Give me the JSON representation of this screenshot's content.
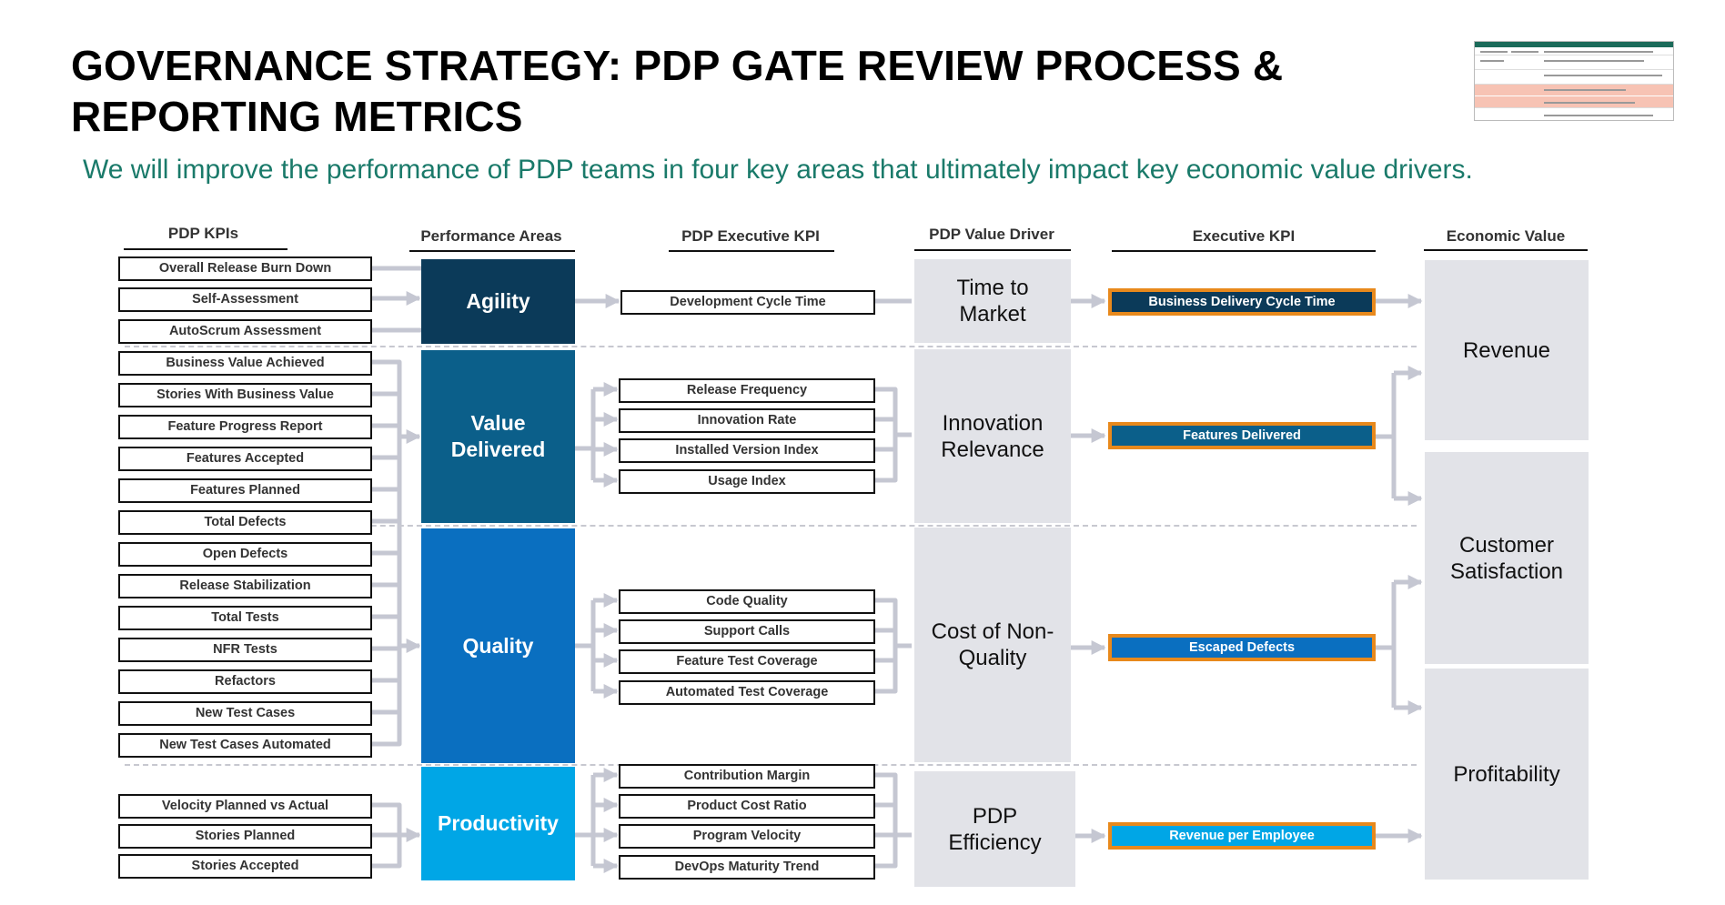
{
  "title": "GOVERNANCE STRATEGY: PDP GATE REVIEW PROCESS & REPORTING METRICS",
  "subtitle": "We will improve the performance of PDP teams in four key areas that ultimately impact key economic value drivers.",
  "headers": {
    "pdp_kpis": "PDP KPIs",
    "performance_areas": "Performance Areas",
    "pdp_executive_kpi": "PDP Executive KPI",
    "pdp_value_driver": "PDP Value Driver",
    "executive_kpi": "Executive KPI",
    "economic_value": "Economic Value"
  },
  "pdp_kpis": [
    "Overall Release Burn Down",
    "Self-Assessment",
    "AutoScrum Assessment",
    "Business Value Achieved",
    "Stories With Business Value",
    "Feature Progress Report",
    "Features Accepted",
    "Features Planned",
    "Total Defects",
    "Open Defects",
    "Release Stabilization",
    "Total Tests",
    "NFR Tests",
    "Refactors",
    "New Test Cases",
    "New Test Cases Automated",
    "Velocity Planned vs Actual",
    "Stories Planned",
    "Stories Accepted"
  ],
  "areas": [
    {
      "label": "Agility",
      "color": "#0b3a59"
    },
    {
      "label": "Value Delivered",
      "color": "#0b5f8a"
    },
    {
      "label": "Quality",
      "color": "#0a6fc0"
    },
    {
      "label": "Productivity",
      "color": "#00a6e6"
    }
  ],
  "pdp_exec_kpis": [
    "Development Cycle Time",
    "Release Frequency",
    "Innovation Rate",
    "Installed Version Index",
    "Usage Index",
    "Code Quality",
    "Support Calls",
    "Feature Test Coverage",
    "Automated Test Coverage",
    "Contribution Margin",
    "Product Cost Ratio",
    "Program Velocity",
    "DevOps Maturity Trend"
  ],
  "value_drivers": [
    "Time to Market",
    "Innovation Relevance",
    "Cost of Non-Quality",
    "PDP Efficiency"
  ],
  "executive_kpis": [
    {
      "label": "Business Delivery Cycle Time",
      "color": "#0b3a59"
    },
    {
      "label": "Features Delivered",
      "color": "#0b5f8a"
    },
    {
      "label": "Escaped Defects",
      "color": "#0a6fc0"
    },
    {
      "label": "Revenue per Employee",
      "color": "#00a6e6"
    }
  ],
  "economic_values": [
    "Revenue",
    "Customer Satisfaction",
    "Profitability"
  ],
  "colors": {
    "connector": "#c5c7d2",
    "highlight_border": "#e8891c",
    "subtitle": "#1a7a6a",
    "gray_box": "#e2e3e8"
  }
}
